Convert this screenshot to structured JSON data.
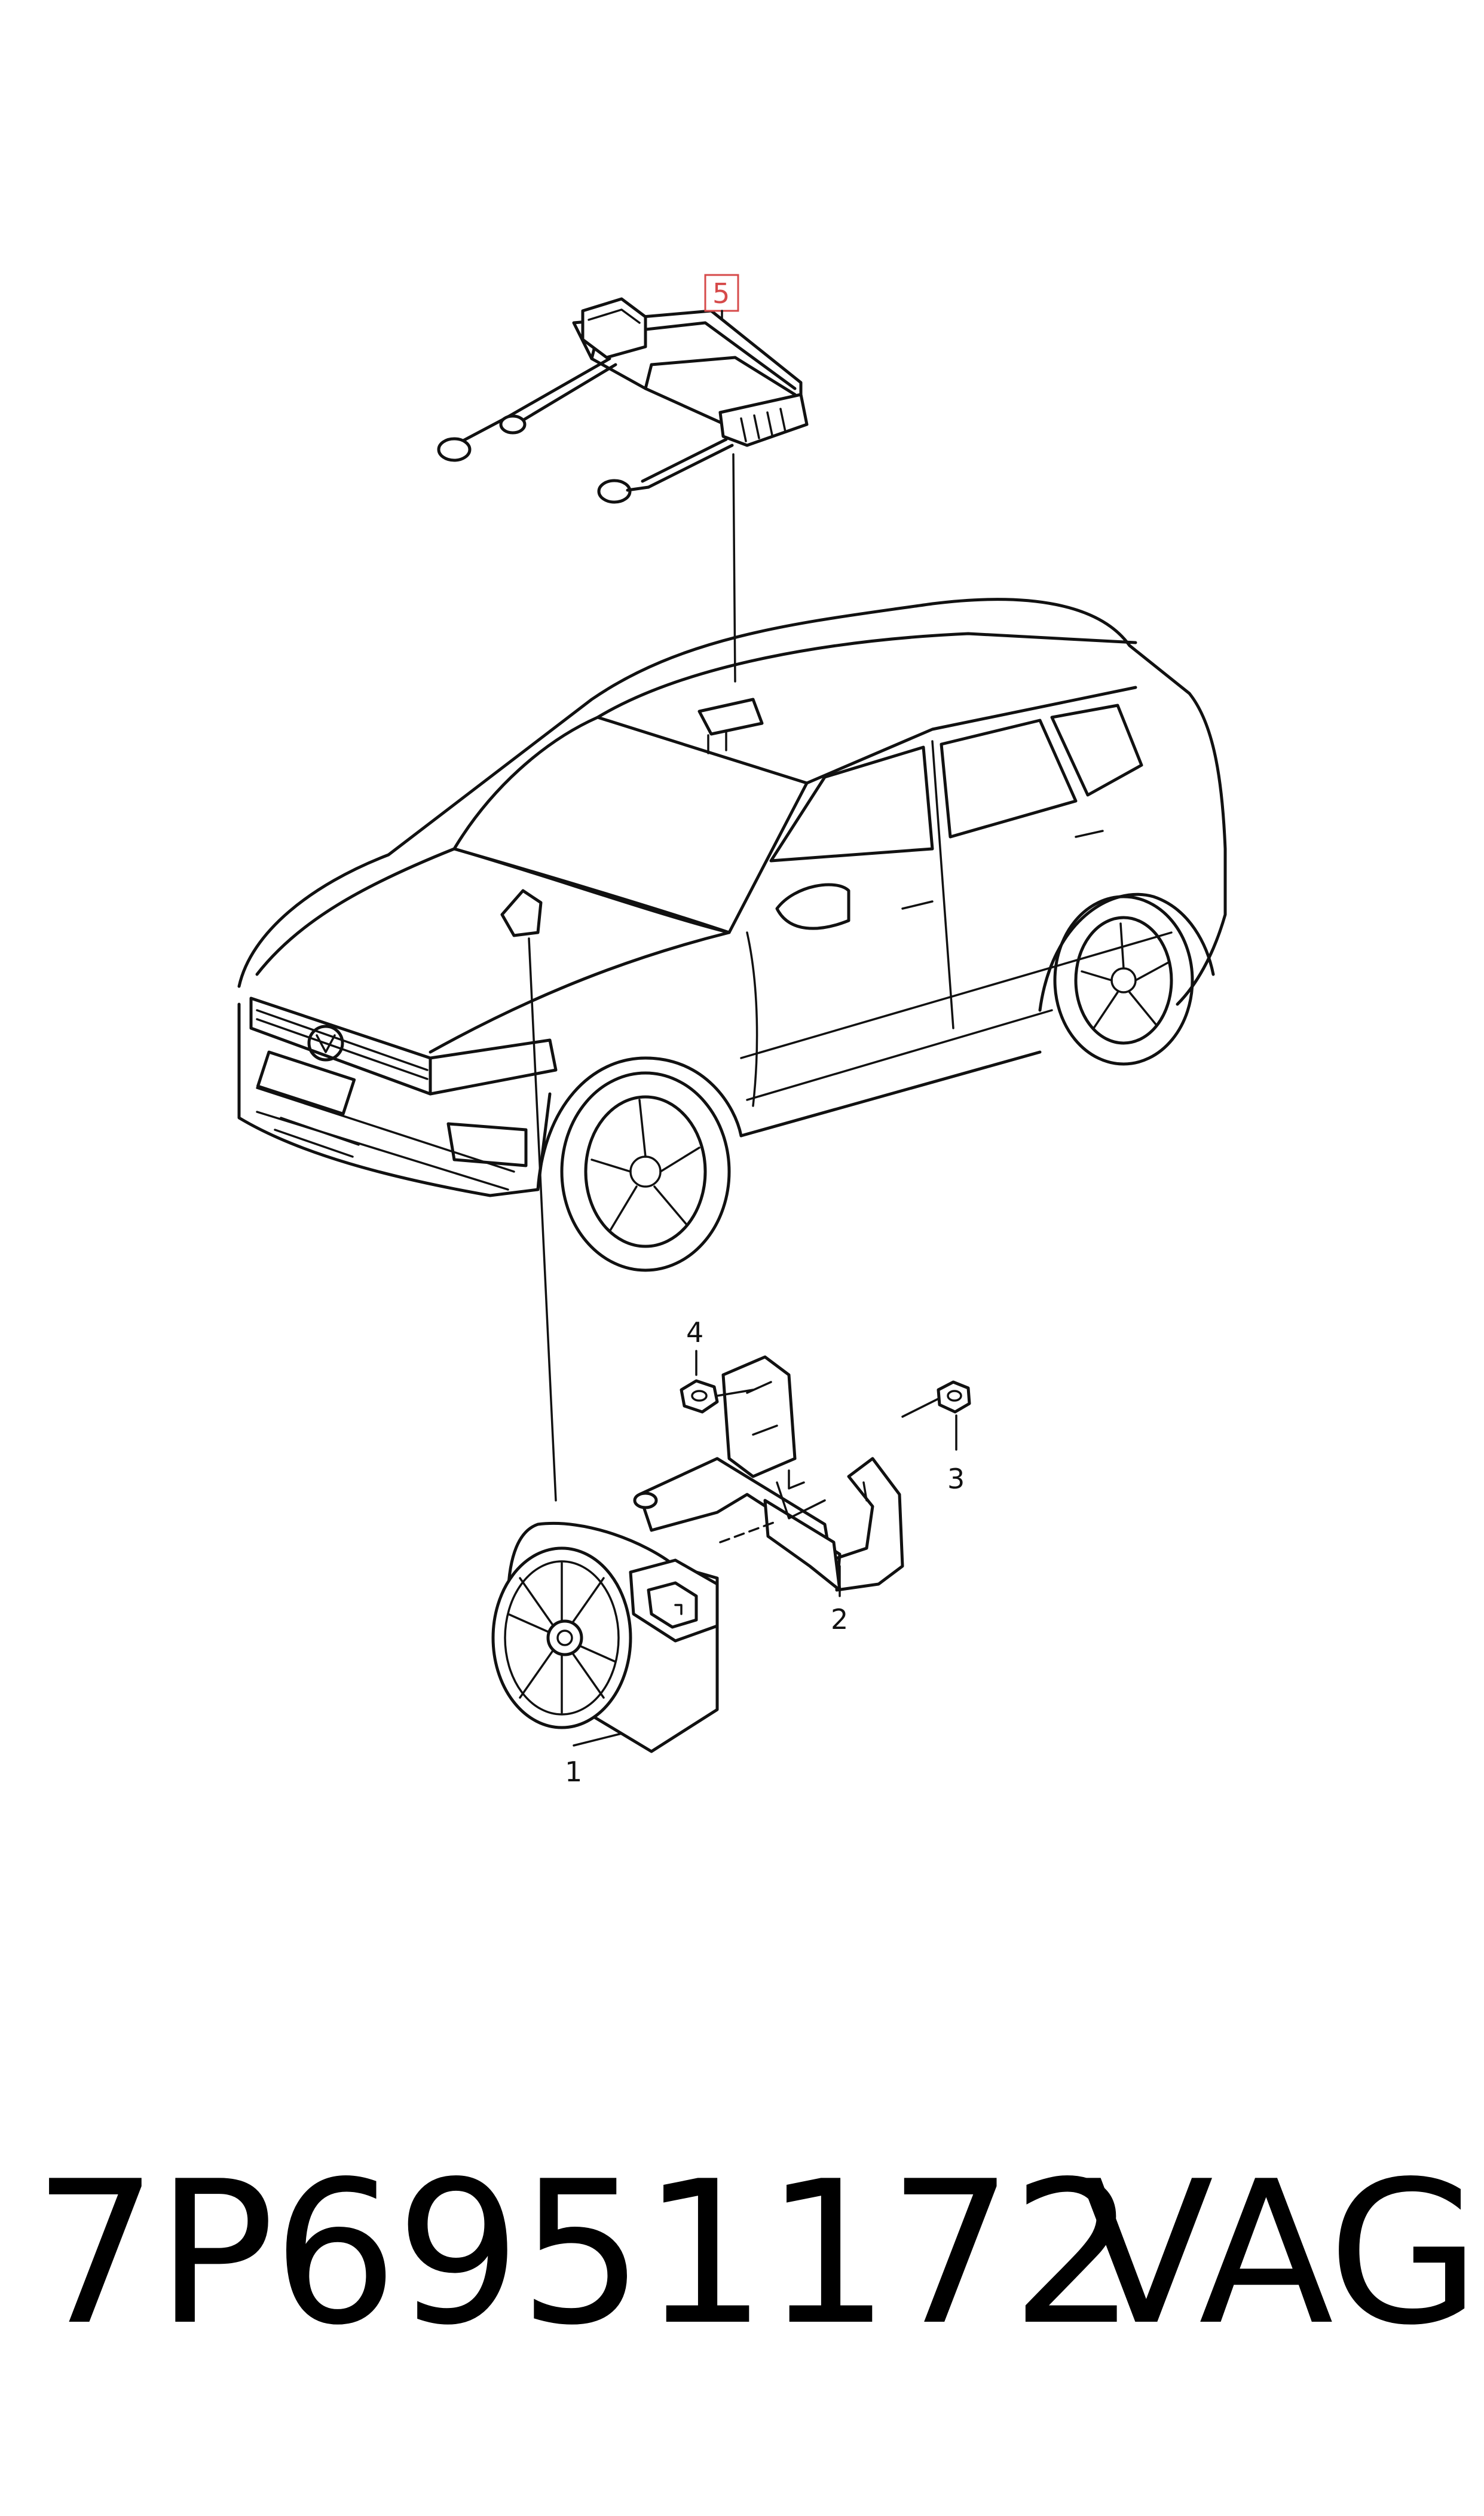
{
  "callouts": {
    "c1": "1",
    "c2": "2",
    "c3": "3",
    "c4": "4",
    "c5": "5"
  },
  "footer": {
    "part_number": "7P6951172",
    "brand": "VAG"
  },
  "colors": {
    "line": "#111111",
    "callout_5_box": "#d64a4a",
    "background": "#ffffff"
  }
}
